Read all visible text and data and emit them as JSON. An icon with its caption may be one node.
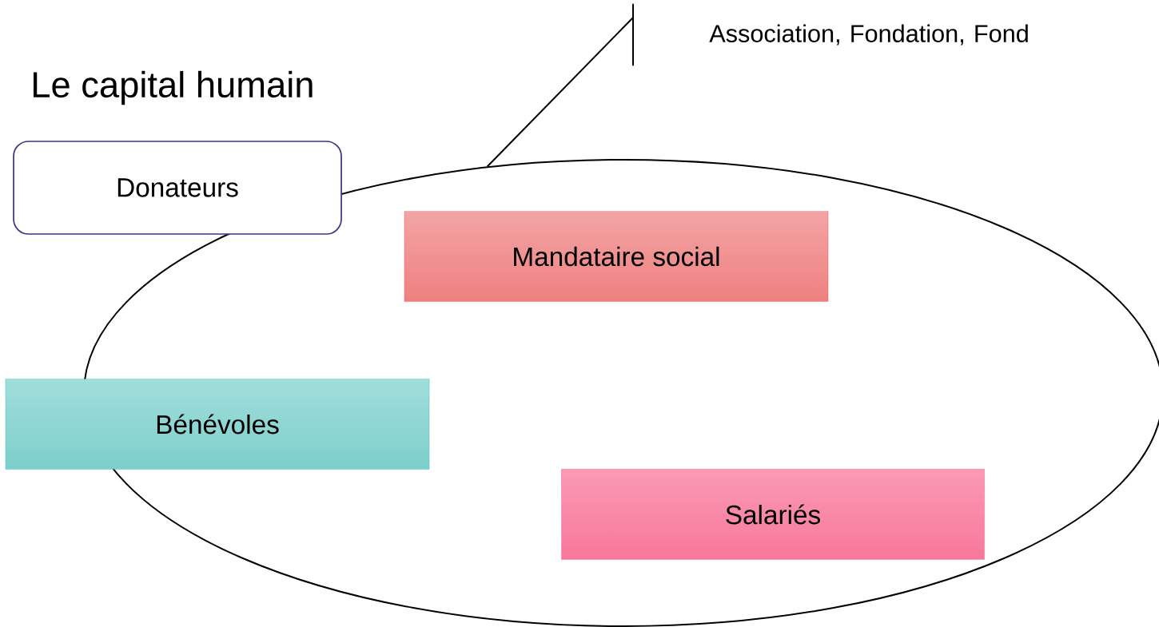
{
  "diagram": {
    "title": "Le capital humain",
    "nodes": [
      {
        "text": [],
        "shape": "ellipse"
      },
      {
        "text": [
          "Association, Fondation, Fond"
        ]
      },
      {
        "text": [
          "Donateurs"
        ]
      },
      {
        "text": [
          "Mandataire social"
        ],
        "in": 0
      },
      {
        "text": [
          "Bénévoles"
        ]
      },
      {
        "text": [
          "Salariés"
        ],
        "in": 0
      }
    ],
    "edges": [
      {
        "from": 1,
        "to": 0,
        "arrow": "none"
      }
    ]
  }
}
